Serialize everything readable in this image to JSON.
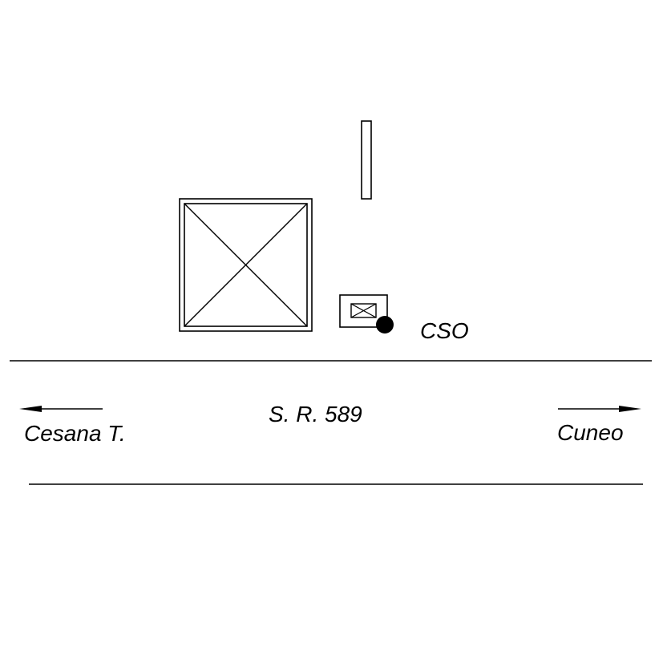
{
  "labels": {
    "site_code": "CSO",
    "road_name": "S. R. 589",
    "direction_left": "Cesana T.",
    "direction_right": "Cuneo"
  },
  "colors": {
    "line": "#000000",
    "background": "#ffffff"
  }
}
